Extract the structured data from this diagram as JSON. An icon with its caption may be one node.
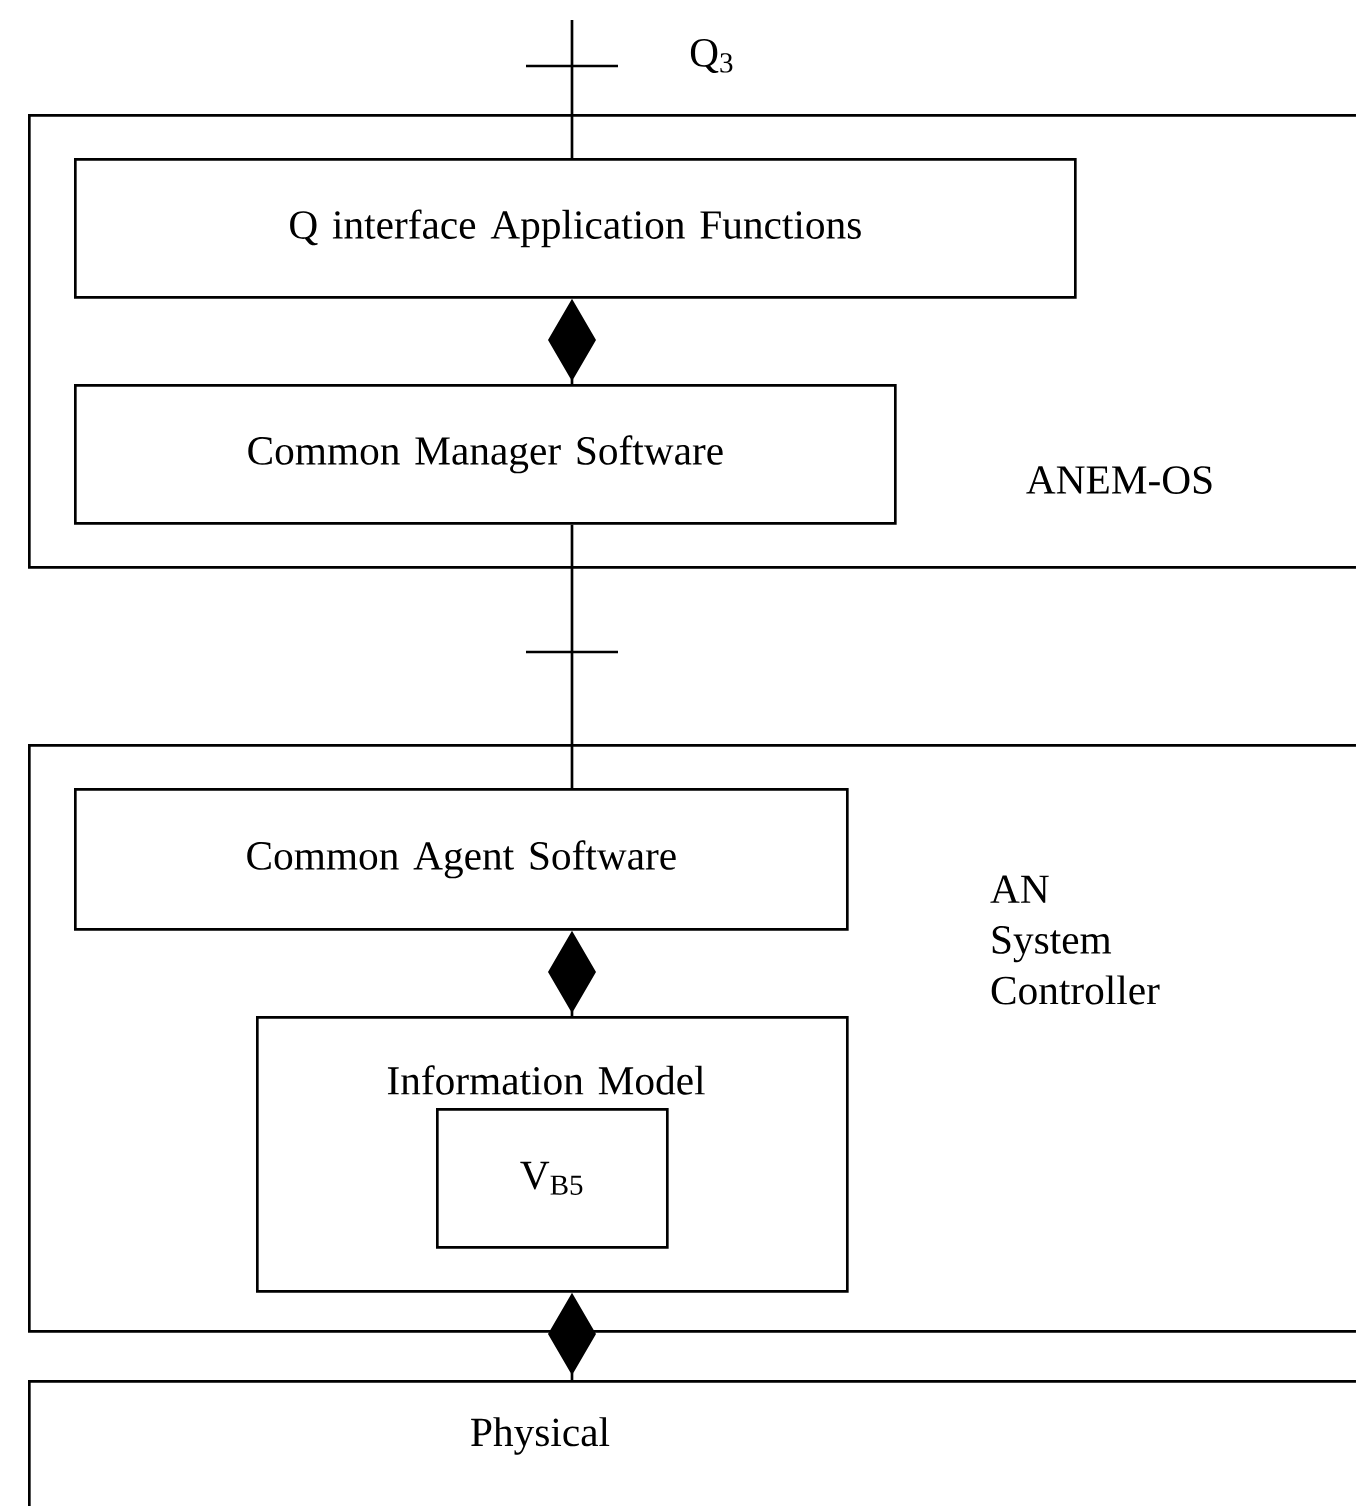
{
  "diagram": {
    "nodes": [
      {
        "text": [
          "ANEM-OS"
        ]
      },
      {
        "text": [
          "Q interface Application Functions"
        ],
        "in": 0
      },
      {
        "text": [
          "Common Manager Software"
        ],
        "in": 0
      },
      {
        "text": [
          "AN System Controller"
        ]
      },
      {
        "text": [
          "Common Agent Software"
        ],
        "in": 3
      },
      {
        "text": [
          "Information Model"
        ],
        "in": 3
      },
      {
        "text": [
          "V$_{B5}$"
        ],
        "in": 5
      },
      {
        "text": [
          "Physical"
        ]
      }
    ],
    "edges": [
      {
        "from": null,
        "to": 1,
        "arrow": "none",
        "label": "Q$_{3}$"
      },
      {
        "from": 1,
        "to": 2,
        "arrow": "other"
      },
      {
        "from": 2,
        "to": 4,
        "arrow": "none"
      },
      {
        "from": 4,
        "to": 5,
        "arrow": "other"
      },
      {
        "from": 5,
        "to": 7,
        "arrow": "other"
      }
    ]
  }
}
